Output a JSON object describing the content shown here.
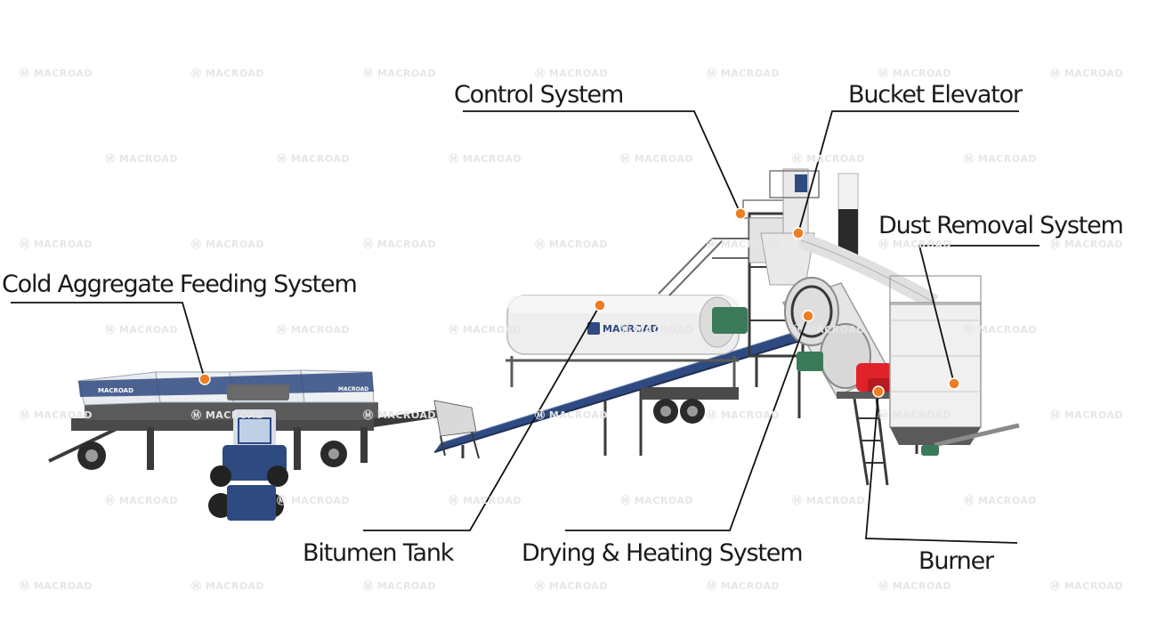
{
  "brand": "MACROAD",
  "hopper_brand": "MACROAD",
  "tank_brand": "MACROAD",
  "callouts": [
    {
      "id": "control",
      "label": "Control System"
    },
    {
      "id": "bucket",
      "label": "Bucket Elevator"
    },
    {
      "id": "dust",
      "label": "Dust Removal System"
    },
    {
      "id": "cold",
      "label": "Cold Aggregate Feeding System"
    },
    {
      "id": "bitumen",
      "label": "Bitumen Tank"
    },
    {
      "id": "drying",
      "label": "Drying & Heating System"
    },
    {
      "id": "burner",
      "label": "Burner"
    }
  ],
  "colors": {
    "callout_dot": "#ef7d22",
    "frame_steel": "#3a3a3a",
    "conveyor_belt": "#2f4a80",
    "machine_body": "#e9e9e9",
    "burner_red": "#e0232b",
    "watermark": "#e6e6e6"
  }
}
